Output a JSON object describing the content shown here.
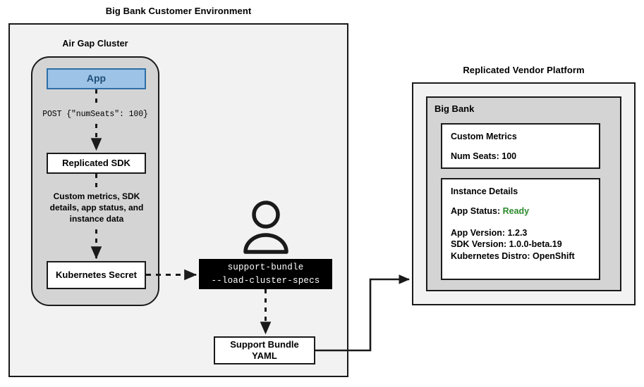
{
  "left_region": {
    "title": "Big Bank Customer Environment",
    "cluster": {
      "title": "Air Gap Cluster",
      "nodes": {
        "app": "App",
        "sdk": "Replicated SDK",
        "secret": "Kubernetes Secret"
      },
      "edges": {
        "app_to_sdk": "POST {\"numSeats\": 100}",
        "sdk_to_secret": "Custom metrics, SDK details, app status, and instance data"
      }
    },
    "actor": {
      "icon": "person-icon"
    },
    "terminal": {
      "line1": "support-bundle",
      "line2": "--load-cluster-specs"
    },
    "support_bundle": {
      "line1": "Support Bundle",
      "line2": "YAML"
    }
  },
  "right_region": {
    "title": "Replicated Vendor Platform",
    "tenant": "Big Bank",
    "cards": [
      {
        "heading": "Custom Metrics",
        "rows": [
          {
            "label": "Num Seats: 100",
            "accent": false
          }
        ]
      },
      {
        "heading": "Instance Details",
        "rows": [
          {
            "label": "App Status: ",
            "value": "Ready",
            "accent": true
          },
          {
            "label": "App Version: 1.2.3",
            "accent": false
          },
          {
            "label": "SDK Version: 1.0.0-beta.19",
            "accent": false
          },
          {
            "label": "Kubernetes Distro: OpenShift",
            "accent": false
          }
        ]
      }
    ]
  },
  "colors": {
    "app_fill": "#9dc3e6",
    "app_border": "#2e6fa8",
    "app_text": "#1f4e79",
    "container_fill": "#f2f2f2",
    "cluster_fill": "#d4d4d4",
    "terminal_bg": "#000000",
    "terminal_text": "#ffffff",
    "status_ready": "#2d8a2d",
    "stroke": "#1a1a1a"
  }
}
